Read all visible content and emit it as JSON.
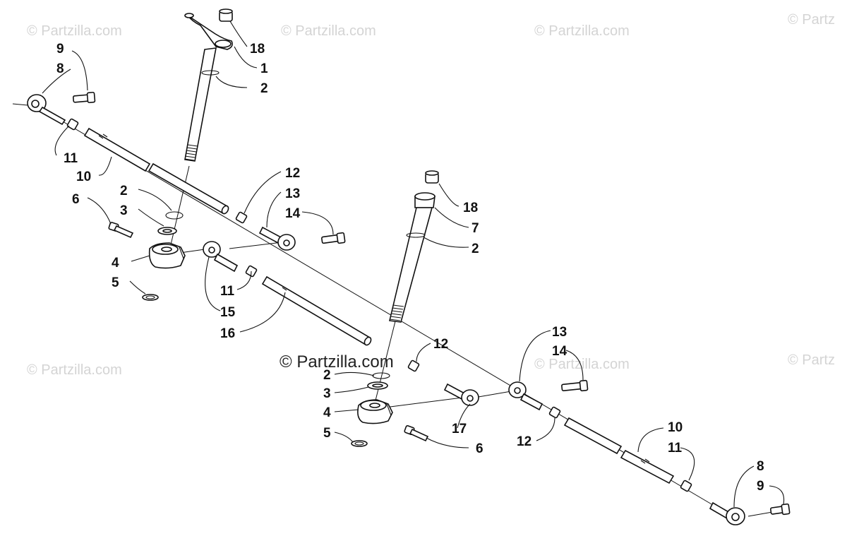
{
  "watermarks": {
    "corner": "© Partzilla.com",
    "corner_cut": "© Partz",
    "center": "© Partzilla.com"
  },
  "callouts": {
    "c18a": "18",
    "c1": "1",
    "c2a": "2",
    "c9a": "9",
    "c8a": "8",
    "c11a": "11",
    "c10a": "10",
    "c2b": "2",
    "c3a": "3",
    "c6a": "6",
    "c4a": "4",
    "c5a": "5",
    "c12a": "12",
    "c13a": "13",
    "c14a": "14",
    "c11b": "11",
    "c15": "15",
    "c16": "16",
    "c18b": "18",
    "c7": "7",
    "c2c": "2",
    "c12b": "12",
    "c2d": "2",
    "c3b": "3",
    "c4b": "4",
    "c5b": "5",
    "c17": "17",
    "c6b": "6",
    "c13b": "13",
    "c14b": "14",
    "c12c": "12",
    "c10b": "10",
    "c11c": "11",
    "c8b": "8",
    "c9b": "9"
  }
}
